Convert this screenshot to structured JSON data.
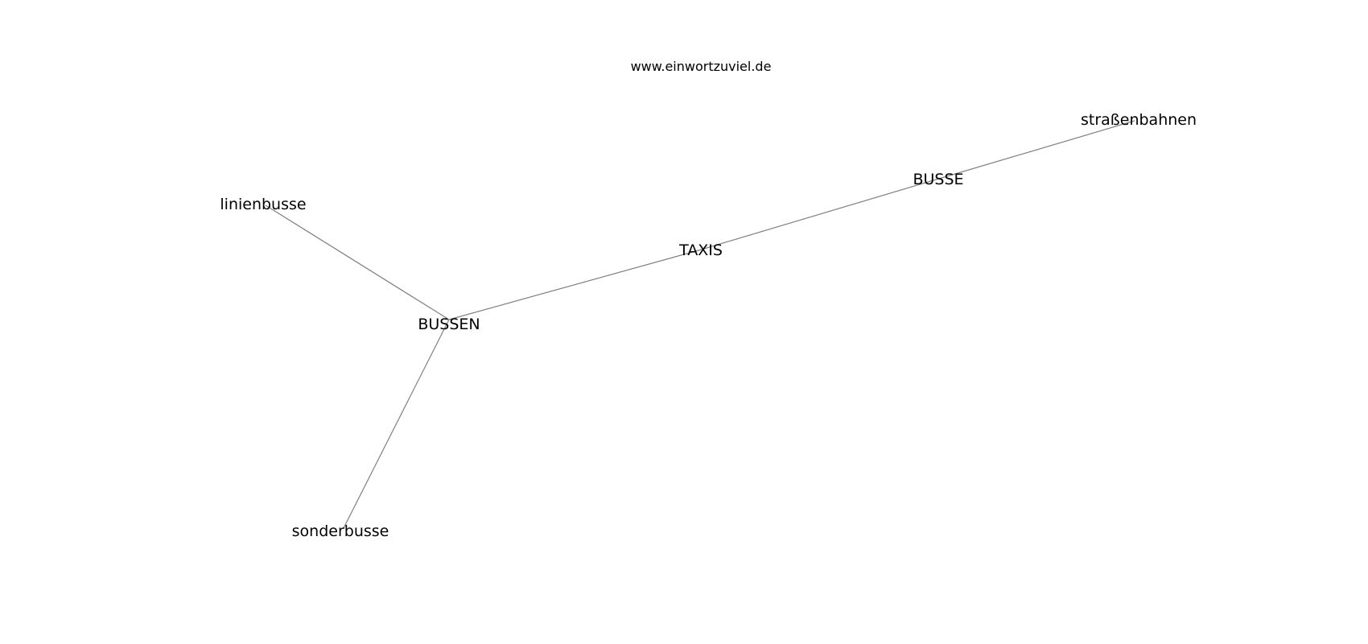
{
  "header": {
    "site": "www.einwortzuviel.de"
  },
  "graph": {
    "nodes": [
      {
        "id": "strassenbahnen",
        "label": "straßenbahnen"
      },
      {
        "id": "busse",
        "label": "BUSSE"
      },
      {
        "id": "linienbusse",
        "label": "linienbusse"
      },
      {
        "id": "taxis",
        "label": "TAXIS"
      },
      {
        "id": "bussen",
        "label": "BUSSEN"
      },
      {
        "id": "sonderbusse",
        "label": "sonderbusse"
      }
    ],
    "edges": [
      [
        "linienbusse",
        "bussen"
      ],
      [
        "sonderbusse",
        "bussen"
      ],
      [
        "bussen",
        "taxis"
      ],
      [
        "taxis",
        "busse"
      ],
      [
        "busse",
        "strassenbahnen"
      ]
    ],
    "colors": {
      "edge": "#808080",
      "text": "#000000",
      "background": "#ffffff"
    }
  }
}
